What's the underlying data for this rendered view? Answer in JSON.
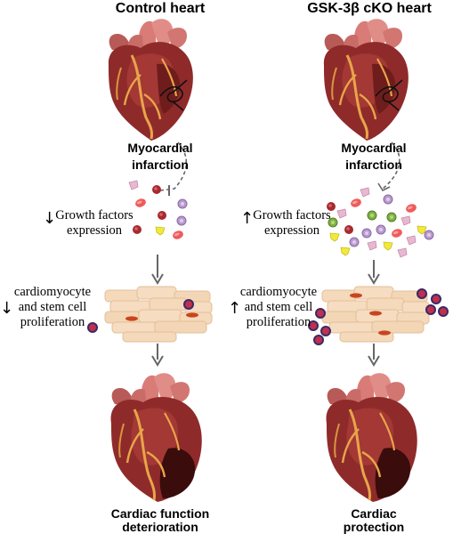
{
  "left": {
    "title": "Control heart",
    "event_line1": "Myocardial",
    "event_line2": "infarction",
    "growth_line1": "Growth factors",
    "growth_line2": "expression",
    "growth_direction": "down",
    "prolif_line1": "cardiomyocyte",
    "prolif_line2": "and stem cell",
    "prolif_line3": "proliferation",
    "prolif_direction": "down",
    "outcome_line1": "Cardiac function",
    "outcome_line2": "deterioration"
  },
  "right": {
    "title": "GSK-3β cKO heart",
    "event_line1": "Myocardial",
    "event_line2": "infarction",
    "growth_line1": "Growth factors",
    "growth_line2": "expression",
    "growth_direction": "up",
    "prolif_line1": "cardiomyocyte",
    "prolif_line2": "and stem cell",
    "prolif_line3": "proliferation",
    "prolif_direction": "up",
    "outcome_line1": "Cardiac",
    "outcome_line2": "protection"
  },
  "glyphs": {
    "down": "↓",
    "up": "↑"
  },
  "colors": {
    "heart_main": "#8e2b2a",
    "heart_dark": "#5a1515",
    "heart_light": "#b84a44",
    "vessel": "#d97c78",
    "vessel_shade": "#b85a57",
    "coronary": "#e8a54a",
    "infarct": "#3a0c0c",
    "tissue": "#f4d9bb",
    "tissue_line": "#e3bf98",
    "nucleus": "#c9451f",
    "stem_cell": "#c0304a",
    "stem_ring": "#3a2a6a",
    "arrow_grey": "#666666"
  }
}
